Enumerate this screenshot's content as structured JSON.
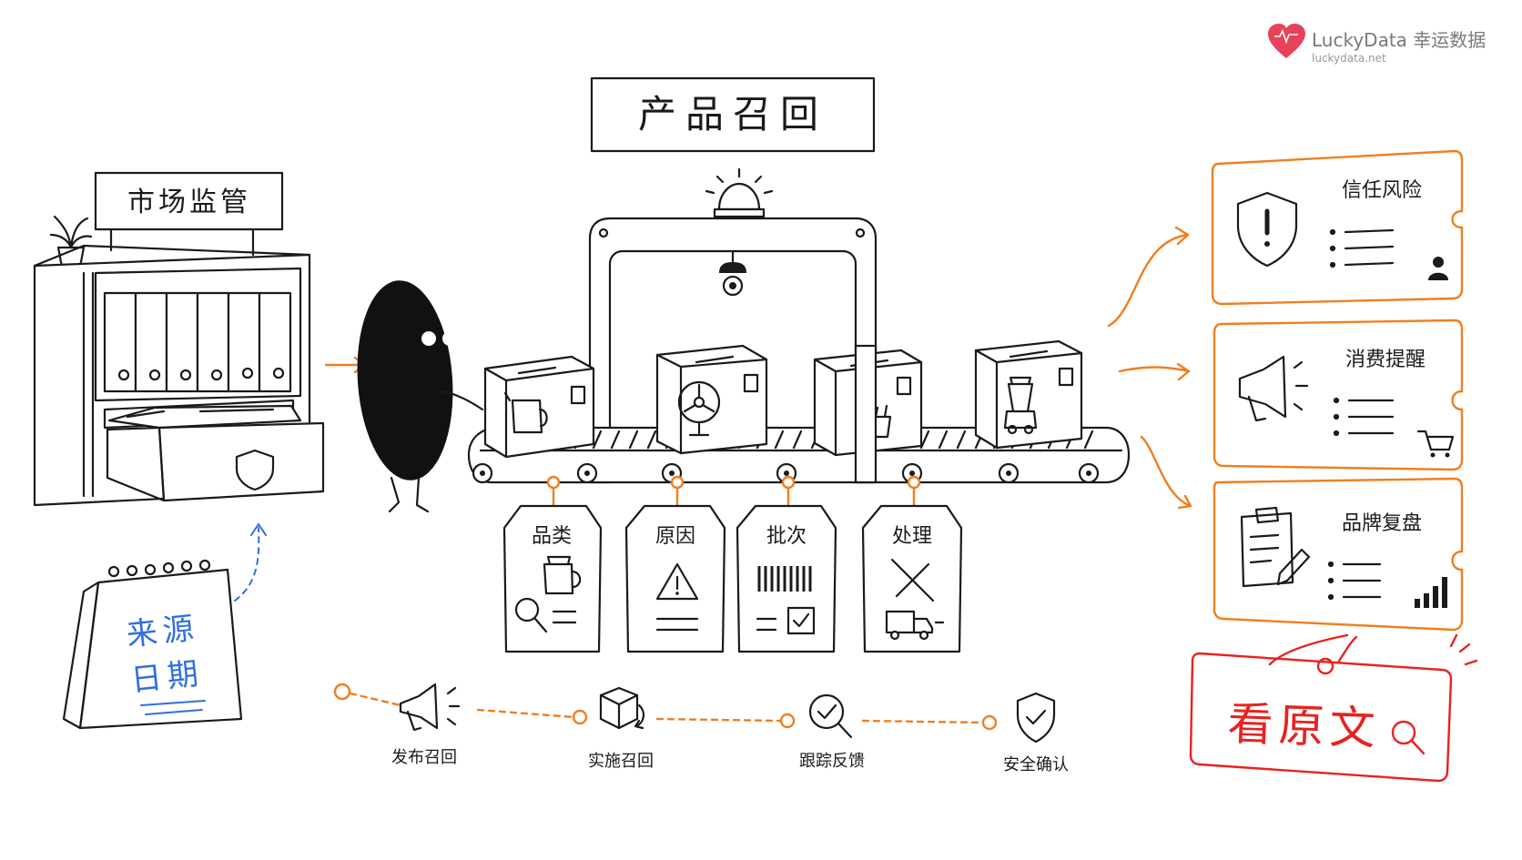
{
  "logo": {
    "brand": "LuckyData 幸运数据",
    "url": "luckydata.net",
    "heart_color": "#e8425a"
  },
  "title": "产品召回",
  "regulator_sign": "市场监管",
  "calendar": {
    "line1": "来源",
    "line2": "日期",
    "text_color": "#2f6ee0"
  },
  "tags": [
    {
      "label": "品类",
      "icon": "kettle-magnifier-icon"
    },
    {
      "label": "原因",
      "icon": "warning-triangle-icon"
    },
    {
      "label": "批次",
      "icon": "barcode-icon"
    },
    {
      "label": "处理",
      "icon": "tools-truck-icon"
    }
  ],
  "impact_cards": [
    {
      "label": "信任风险",
      "icon": "shield-alert-icon",
      "corner_icon": "person-icon"
    },
    {
      "label": "消费提醒",
      "icon": "megaphone-icon",
      "corner_icon": "cart-icon"
    },
    {
      "label": "品牌复盘",
      "icon": "clipboard-pencil-icon",
      "corner_icon": "bar-chart-icon"
    }
  ],
  "cta": {
    "label": "看原文",
    "icon": "search-icon",
    "color": "#e8221f"
  },
  "timeline": [
    {
      "label": "发布召回",
      "icon": "megaphone-icon"
    },
    {
      "label": "实施召回",
      "icon": "return-box-icon"
    },
    {
      "label": "跟踪反馈",
      "icon": "check-magnifier-icon"
    },
    {
      "label": "安全确认",
      "icon": "shield-check-icon"
    }
  ],
  "colors": {
    "accent": "#f07e1f",
    "ink": "#1a1a1a",
    "alert": "#e8221f"
  }
}
